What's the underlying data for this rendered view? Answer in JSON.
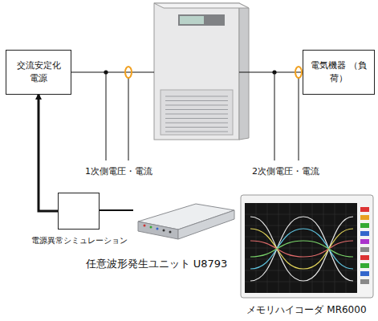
{
  "diagram": {
    "nodes": [
      {
        "text": [
          "交流安定化 電源"
        ]
      },
      {
        "text": [
          "電気機器 （負荷）"
        ]
      },
      {
        "text": [
          "電源異常シミュレーション"
        ]
      }
    ],
    "edges": [
      {
        "from": 2,
        "to": 0,
        "arrow": "to"
      }
    ],
    "labels": [
      "1次側電圧・電流",
      "2次側電圧・電流",
      "任意波形発生ユニット U8793",
      "メモリハイコーダ MR6000"
    ]
  }
}
